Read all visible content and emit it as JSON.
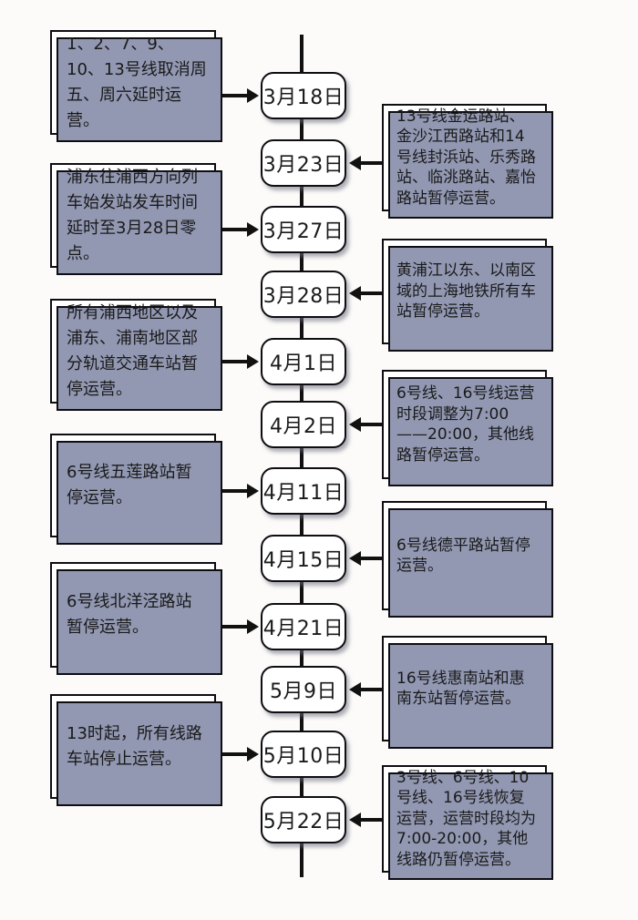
{
  "diagram_type": "vertical-timeline-flowchart",
  "topic": "上海地铁运营调整时间线",
  "timeline": {
    "dates": [
      "3月18日",
      "3月23日",
      "3月27日",
      "3月28日",
      "4月1日",
      "4月2日",
      "4月11日",
      "4月15日",
      "4月21日",
      "5月9日",
      "5月10日",
      "5月22日"
    ],
    "left_events": [
      {
        "target_date": "3月18日",
        "text": "1、2、7、9、10、13号线取消周五、周六延时运营。"
      },
      {
        "target_date": "3月27日",
        "text": "浦东往浦西方向列车始发站发车时间延时至3月28日零点。"
      },
      {
        "target_date": "4月1日",
        "text": "所有浦西地区以及浦东、浦南地区部分轨道交通车站暂停运营。"
      },
      {
        "target_date": "4月11日",
        "text": "6号线五莲路站暂停运营。"
      },
      {
        "target_date": "4月21日",
        "text": "6号线北洋泾路站暂停运营。"
      },
      {
        "target_date": "5月10日",
        "text": "13时起，所有线路车站停止运营。"
      }
    ],
    "right_events": [
      {
        "target_date": "3月23日",
        "text": "13号线金运路站、金沙江西路站和14号线封浜站、乐秀路站、临洮路站、嘉怡路站暂停运营。"
      },
      {
        "target_date": "3月28日",
        "text": "黄浦江以东、以南区域的上海地铁所有车站暂停运营。"
      },
      {
        "target_date": "4月2日",
        "text": "6号线、16号线运营时段调整为7:00——20:00，其他线路暂停运营。"
      },
      {
        "target_date": "4月15日",
        "text": "6号线德平路站暂停运营。"
      },
      {
        "target_date": "5月9日",
        "text": "16号线惠南站和惠南东站暂停运营。"
      },
      {
        "target_date": "5月22日",
        "text": "3号线、6号线、10号线、16号线恢复运营，运营时段均为7:00-20:00，其他线路仍暂停运营。"
      }
    ]
  },
  "colors": {
    "background": "#fcfbf9",
    "box_background": "#ffffff",
    "box_border": "#0d0d12",
    "shadow_fill": "#9298b2",
    "line_color": "#111111",
    "text_color": "#1a1a1a"
  }
}
